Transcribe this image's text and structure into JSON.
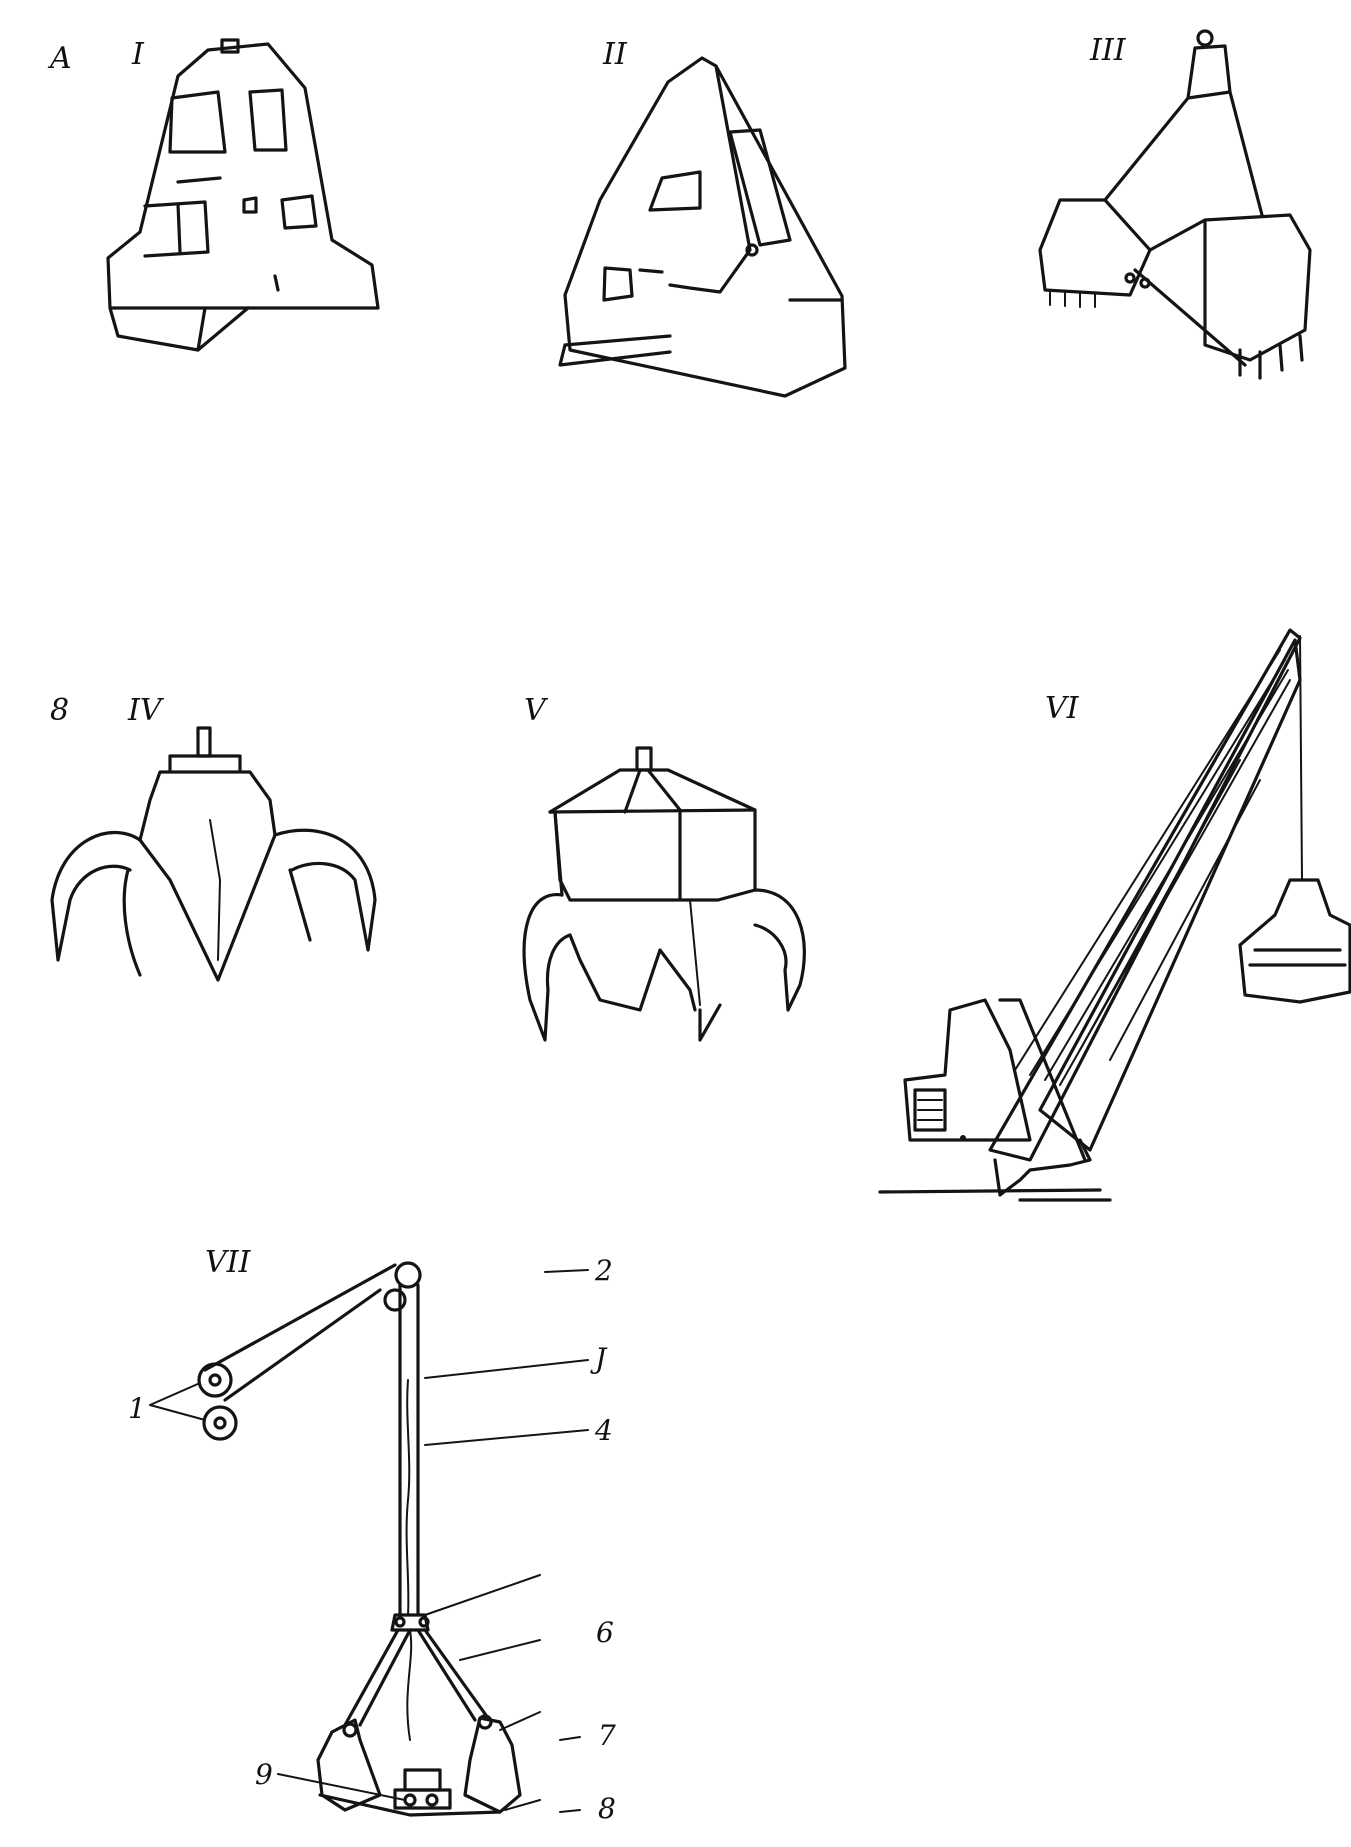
{
  "section_labels": {
    "a": "A",
    "b": "8"
  },
  "roman": {
    "i": "I",
    "ii": "II",
    "iii": "III",
    "iv": "IV",
    "v": "V",
    "vi": "VI",
    "vii": "VII"
  },
  "callouts": {
    "n1": "1",
    "n2": "2",
    "n3": "J",
    "n4": "4",
    "n6": "6",
    "n7": "7",
    "n8": "8",
    "n9": "9"
  },
  "colors": {
    "ink": "#141414",
    "paper": "#ffffff"
  }
}
